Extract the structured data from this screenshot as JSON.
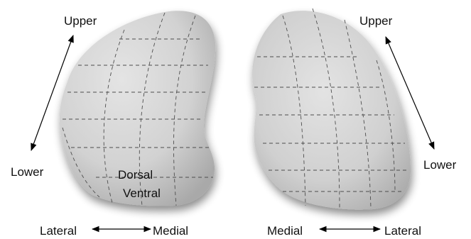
{
  "left_view": {
    "axis_vertical": {
      "top": "Upper",
      "bottom": "Lower"
    },
    "axis_horizontal": {
      "left": "Lateral",
      "right": "Medial"
    },
    "region_labels": {
      "upper": "Dorsal",
      "lower": "Ventral"
    }
  },
  "right_view": {
    "axis_vertical": {
      "top": "Upper",
      "bottom": "Lower"
    },
    "axis_horizontal": {
      "left": "Medial",
      "right": "Lateral"
    }
  },
  "colors": {
    "tissue_light": "#dcdcdc",
    "tissue_dark": "#a8a8a8",
    "grid_line": "#4d4d4d",
    "text": "#111111"
  }
}
